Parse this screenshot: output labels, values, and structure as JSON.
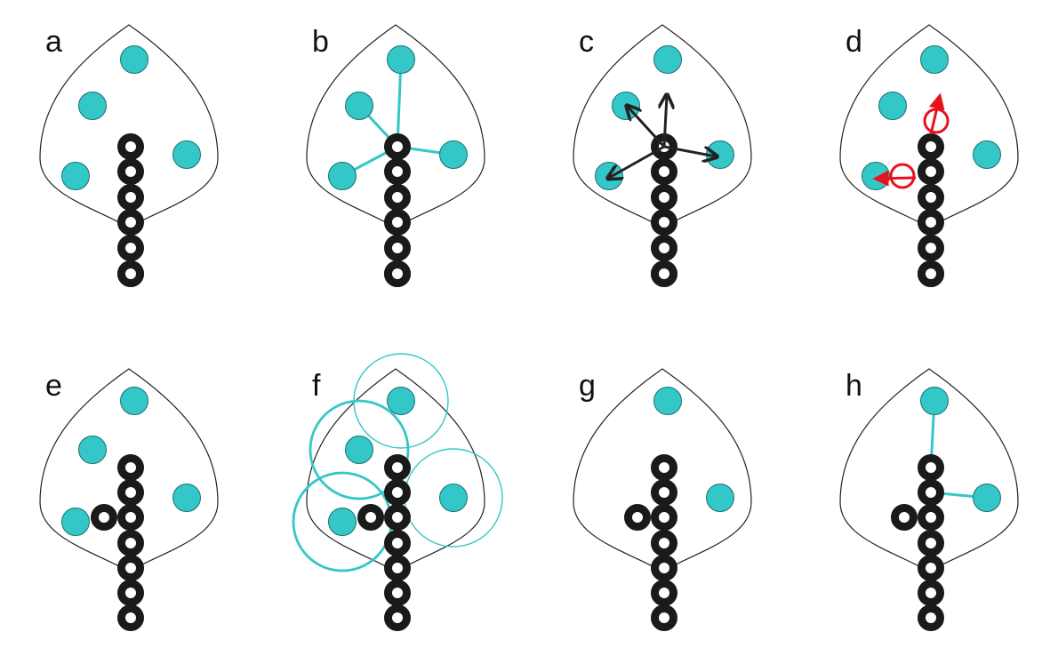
{
  "colors": {
    "attractor": "#33c7c7",
    "vein": "#1a1a1a",
    "arrow": "#222222",
    "influence": "#e8121b",
    "outline": "#222222"
  },
  "panels": [
    {
      "label": "a",
      "step": "attractors"
    },
    {
      "label": "b",
      "step": "associate-attractors"
    },
    {
      "label": "c",
      "step": "direction-vectors"
    },
    {
      "label": "d",
      "step": "new-node-positions"
    },
    {
      "label": "e",
      "step": "add-nodes"
    },
    {
      "label": "f",
      "step": "kill-zones"
    },
    {
      "label": "g",
      "step": "remove-attractors"
    },
    {
      "label": "h",
      "step": "next-iteration"
    }
  ]
}
